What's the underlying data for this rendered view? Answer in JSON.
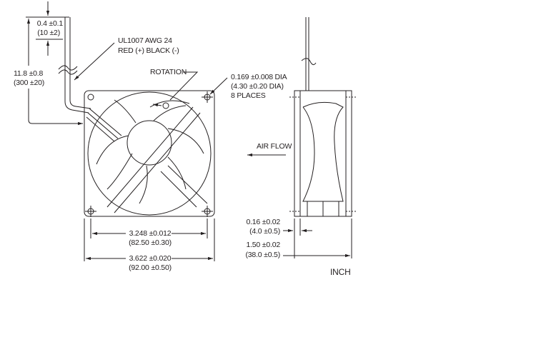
{
  "labels": {
    "lead_offset": "0.4 ±0.1",
    "lead_offset_mm": "(10 ±2)",
    "wire_spec": "UL1007  AWG 24",
    "wire_colors": "RED (+)  BLACK (-)",
    "lead_length": "11.8 ±0.8",
    "lead_length_mm": "(300 ±20)",
    "rotation": "ROTATION",
    "hole_dia": "0.169 ±0.008 DIA",
    "hole_dia_mm": "(4.30 ±0.20 DIA)",
    "hole_count": "8 PLACES",
    "air_flow": "AIR FLOW",
    "hole_spacing": "3.248 ±0.012",
    "hole_spacing_mm": "(82.50 ±0.30)",
    "frame_width": "3.622 ±0.020",
    "frame_width_mm": "(92.00 ±0.50)",
    "flange": "0.16 ±0.02",
    "flange_mm": "(4.0 ±0.5)",
    "depth": "1.50 ±0.02",
    "depth_mm": "(38.0 ±0.5)",
    "units": "INCH"
  }
}
